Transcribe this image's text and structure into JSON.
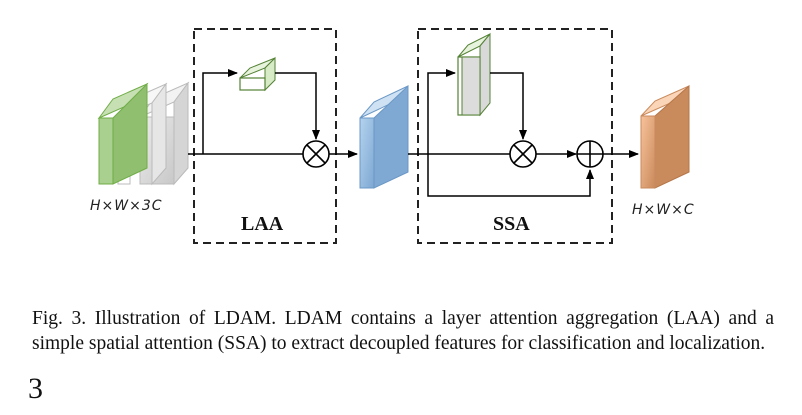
{
  "diagram": {
    "modules": [
      {
        "id": "laa",
        "label": "LAA"
      },
      {
        "id": "ssa",
        "label": "SSA"
      }
    ],
    "input_label": "H×W×3C",
    "output_label": "H×W×C",
    "operators": [
      "multiply",
      "multiply",
      "add"
    ],
    "colors": {
      "input_green": "#a9d08e",
      "mid_blue": "#9dc3e6",
      "output_orange": "#f4b183",
      "attention_outline_green": "#548235"
    }
  },
  "caption": "Fig. 3.  Illustration of LDAM. LDAM contains a layer attention aggregation (LAA) and a simple spatial attention (SSA) to extract decoupled features for classification and localization.",
  "page_number": "3"
}
